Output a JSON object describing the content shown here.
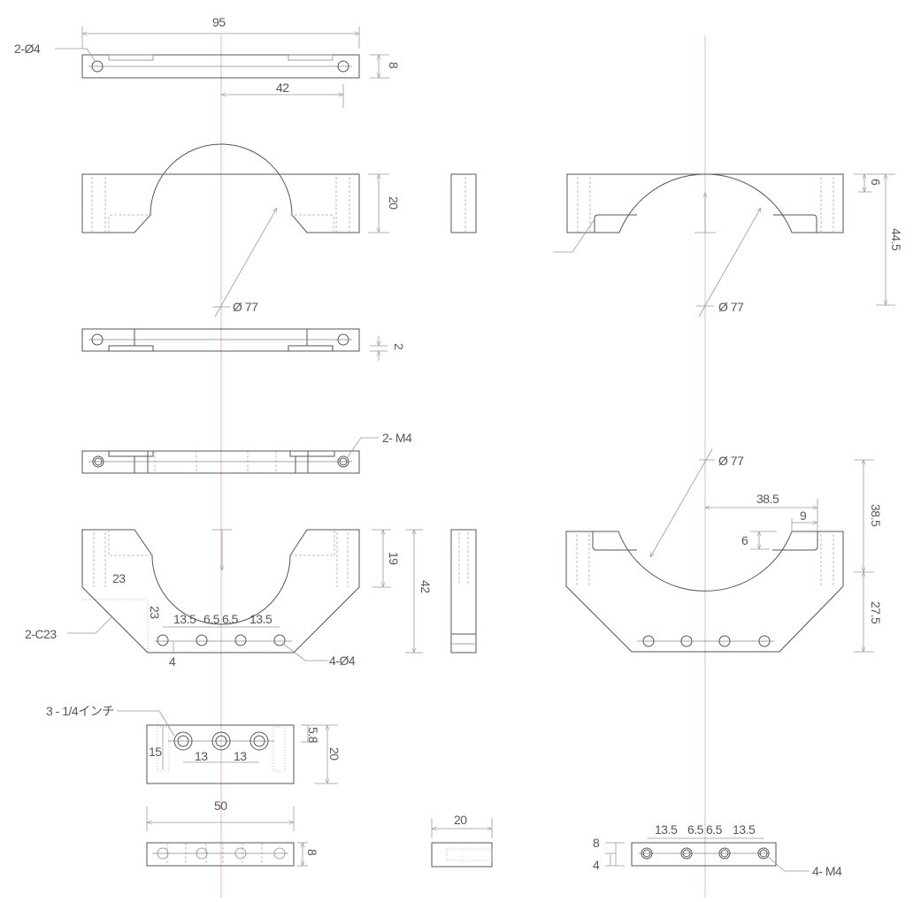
{
  "colors": {
    "outline": "#555555",
    "dimension": "#999999",
    "centerline": "#e8b8b8",
    "text": "#555566"
  },
  "top_view": {
    "width": "95",
    "holes": "2-Ø4",
    "hole_spacing": "42",
    "thickness": "8"
  },
  "front_view": {
    "height": "20",
    "arc_dia": "Ø 77"
  },
  "bottom_view": {
    "depth": "2"
  },
  "tapped_view": {
    "callout": "2- M4"
  },
  "lower_part": {
    "height_a": "19",
    "height_b": "42",
    "chamfer_h": "23",
    "chamfer_v": "23",
    "chamfer_callout": "2-C23",
    "sp1": "13.5",
    "sp2": "6.5",
    "sp3": "6.5",
    "sp4": "13.5",
    "hole_offset": "4",
    "holes": "4-Ø4"
  },
  "right_upper": {
    "top": "6",
    "height": "44.5",
    "arc_dia": "Ø 77"
  },
  "right_lower": {
    "arc_dia": "Ø 77",
    "half_width": "38.5",
    "ledge": "9",
    "pocket_depth": "6",
    "upper_h": "38.5",
    "lower_h": "27.5"
  },
  "block": {
    "callout": "3 - 1/4インチ",
    "slot": "15",
    "sp1": "13",
    "sp2": "13",
    "offset": "5.8",
    "height": "20",
    "width": "50",
    "thickness": "8",
    "side_width": "20"
  },
  "bottom_right": {
    "sp1": "13.5",
    "sp2": "6.5",
    "sp3": "6.5",
    "sp4": "13.5",
    "h8": "8",
    "h4": "4",
    "holes": "4- M4"
  }
}
